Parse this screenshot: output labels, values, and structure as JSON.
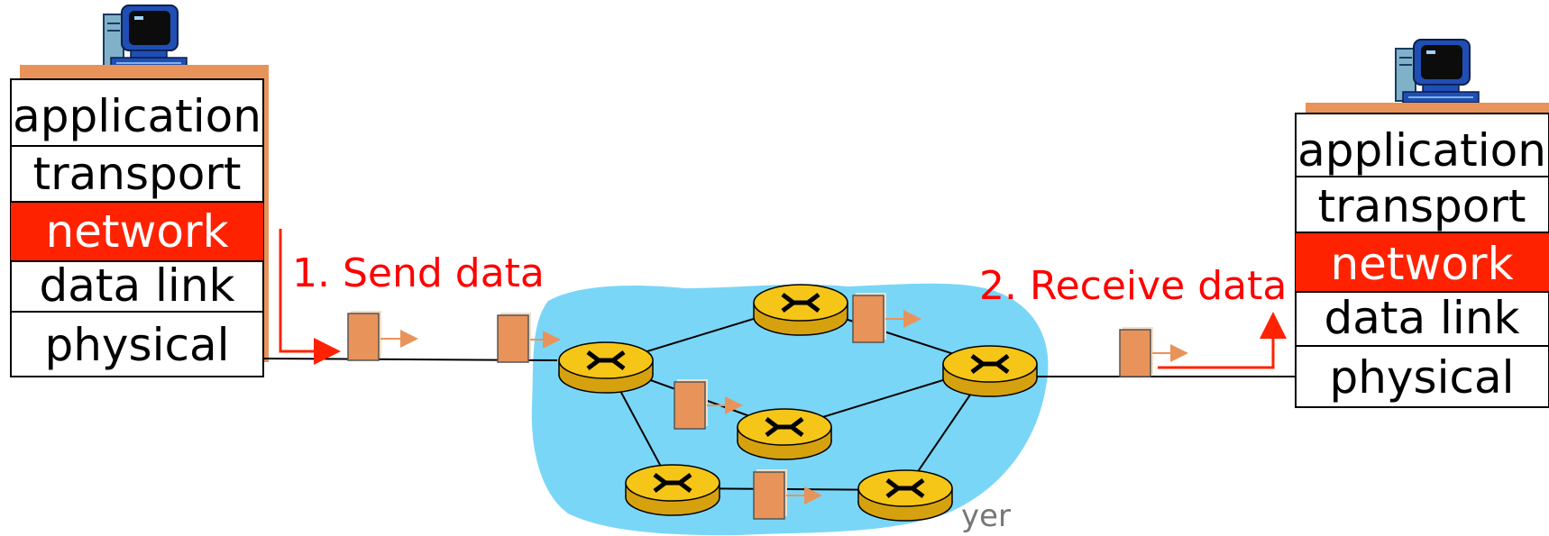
{
  "left_host": {
    "layers": [
      "application",
      "transport",
      "network",
      "data link",
      "physical"
    ],
    "highlighted_layer": "network"
  },
  "right_host": {
    "layers": [
      "application",
      "transport",
      "network",
      "data link",
      "physical"
    ],
    "highlighted_layer": "network"
  },
  "labels": {
    "send": "1. Send data",
    "receive": "2. Receive data"
  },
  "footer_text": "yer",
  "colors": {
    "highlight": "#ff2200",
    "annotation": "#ff0000",
    "cloud": "#7ad6f7",
    "router": "#f5c518",
    "packet": "#e8935a",
    "host_shadow": "#e8935a"
  },
  "icons": {
    "host": "computer-icon",
    "router": "router-icon",
    "packet": "packet-icon"
  }
}
